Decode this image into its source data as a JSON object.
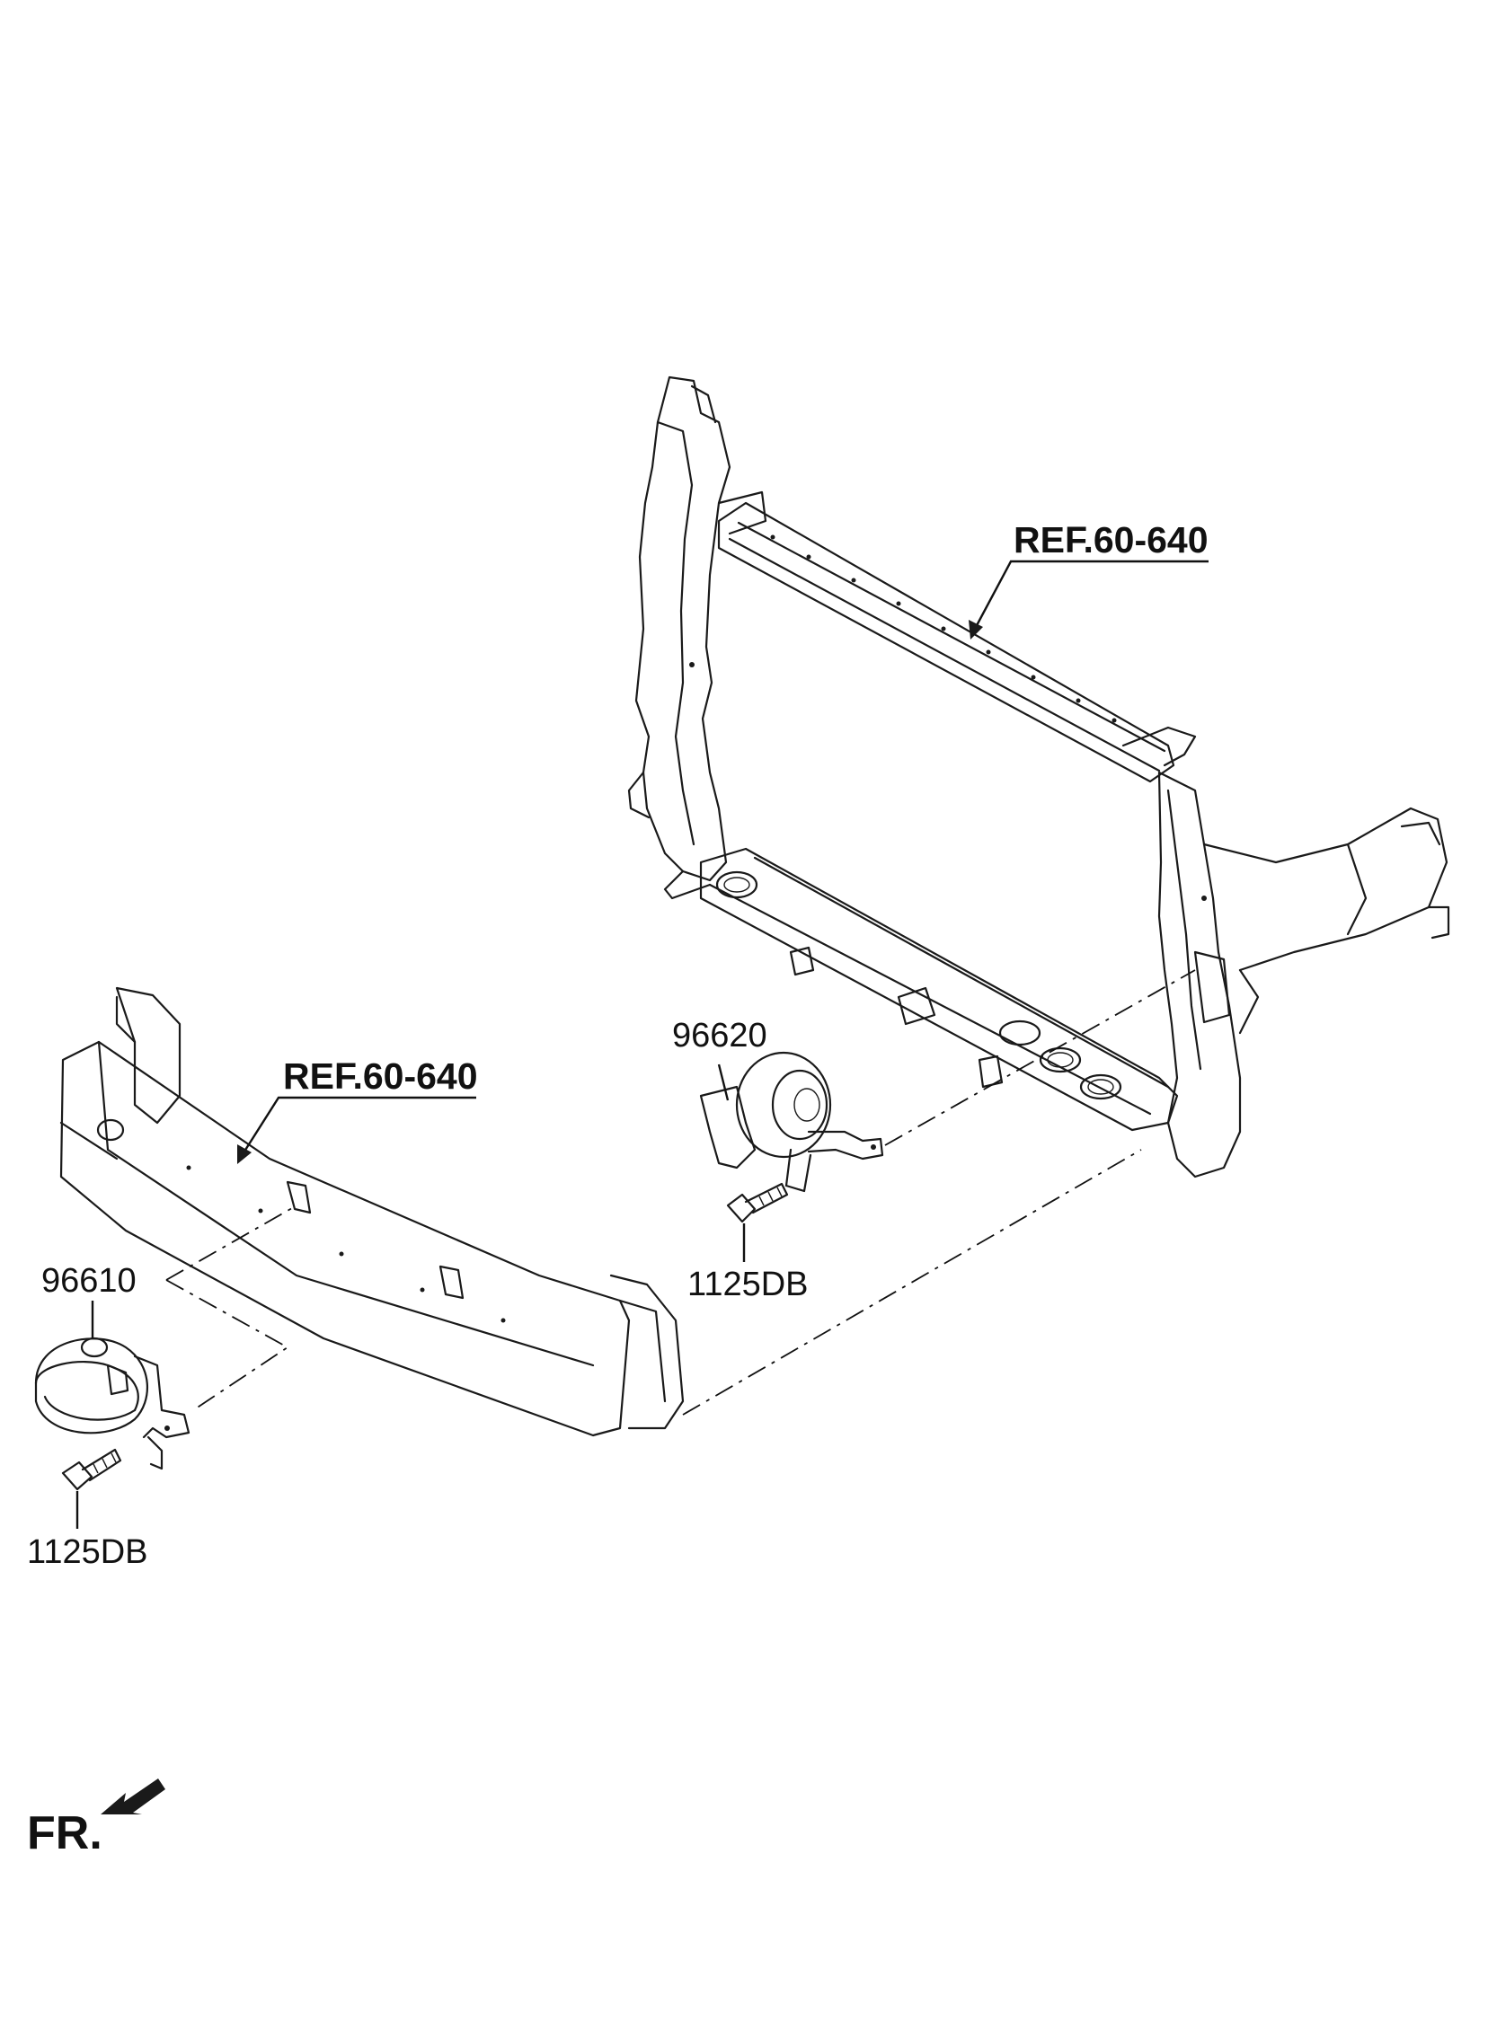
{
  "callouts": {
    "ref_upper": "REF.60-640",
    "ref_lower": "REF.60-640",
    "horn_high": "96620",
    "horn_low": "96610",
    "bolt_right": "1125DB",
    "bolt_left": "1125DB"
  },
  "front_indicator": {
    "label": "FR.",
    "icon": "front-arrow-icon"
  },
  "colors": {
    "line": "#1a1a1a",
    "background": "#ffffff"
  }
}
